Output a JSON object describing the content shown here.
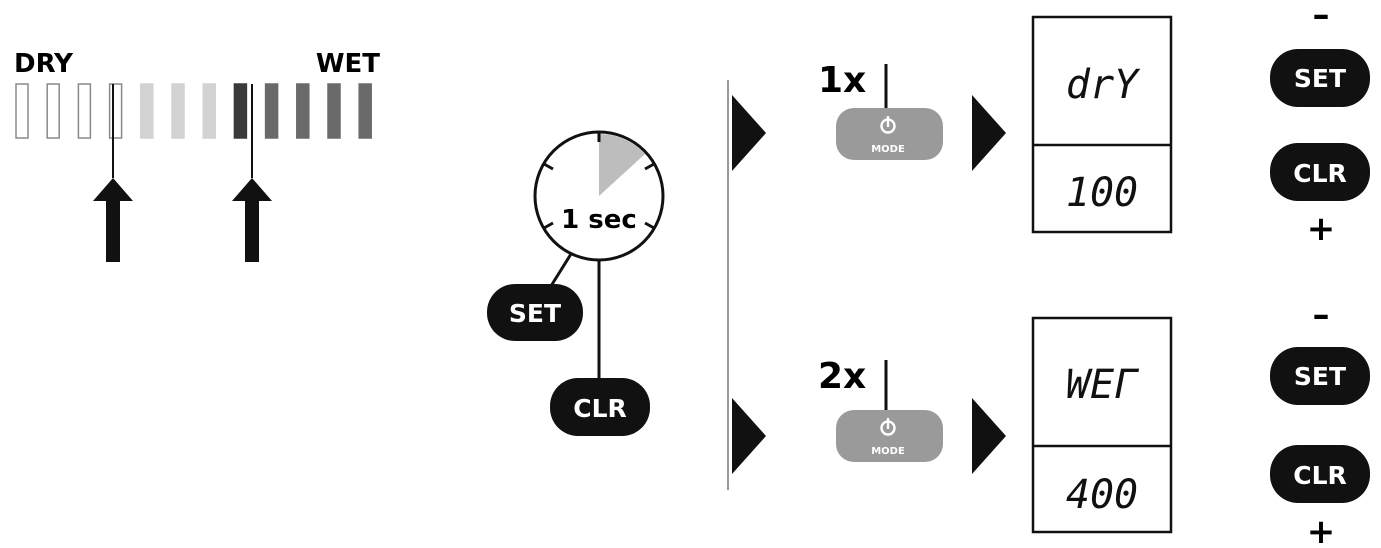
{
  "scale": {
    "left_label": "DRY",
    "right_label": "WET",
    "segment_colors": [
      "#ffffff",
      "#ffffff",
      "#ffffff",
      "#ffffff",
      "#d2d2d2",
      "#d2d2d2",
      "#d2d2d2",
      "#3a3a3a",
      "#6a6a6a",
      "#6a6a6a",
      "#6a6a6a",
      "#6a6a6a"
    ]
  },
  "timer": {
    "label": "1 sec",
    "buttons": [
      "SET",
      "CLR"
    ]
  },
  "modes": [
    {
      "press_label": "1x",
      "button_caption": "MODE",
      "display_top": "drY",
      "display_bottom": "100",
      "minus_sign": "–",
      "plus_sign": "+",
      "side_buttons": [
        "SET",
        "CLR"
      ]
    },
    {
      "press_label": "2x",
      "button_caption": "MODE",
      "display_top": "WEГ",
      "display_bottom": "400",
      "minus_sign": "–",
      "plus_sign": "+",
      "side_buttons": [
        "SET",
        "CLR"
      ]
    }
  ],
  "colors": {
    "button_dark": "#111111",
    "mode_button": "#9a9a9a",
    "pie_wedge": "#bdbdbd"
  }
}
